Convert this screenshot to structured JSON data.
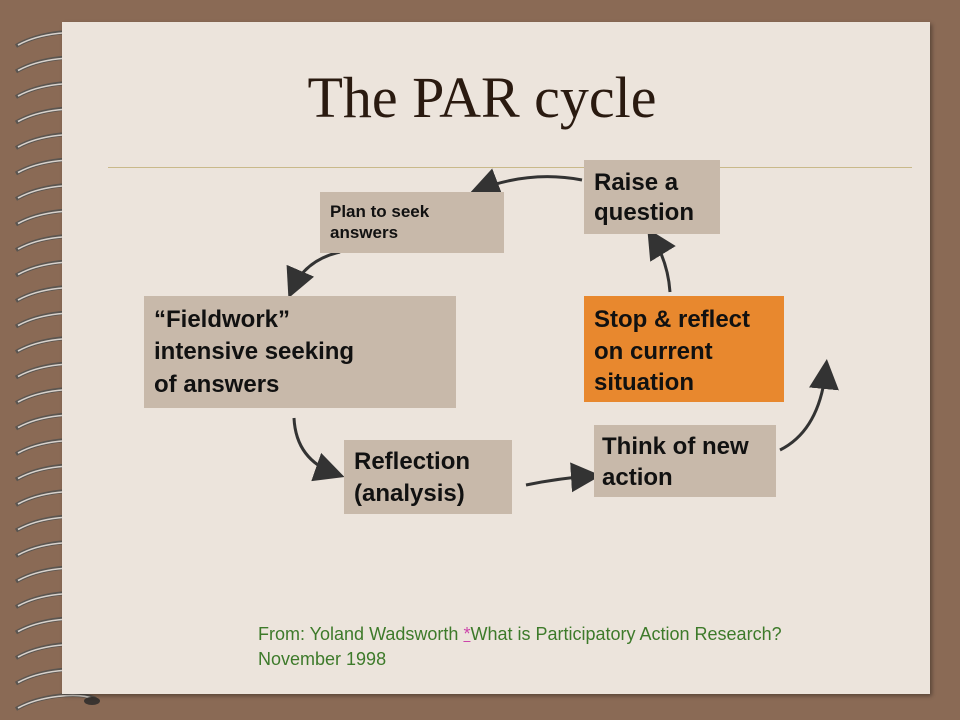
{
  "title": "The PAR cycle",
  "boxes": {
    "raise": "Raise a\nquestion",
    "plan": "Plan to seek\nanswers",
    "fieldwork": "“Fieldwork”\nintensive seeking\nof answers",
    "stop": "Stop & reflect\non current\nsituation",
    "think": "Think of new\naction",
    "reflection": "Reflection\n(analysis)"
  },
  "source": {
    "prefix": "From: Yoland Wadsworth ",
    "star": "*",
    "suffix": "What is Participatory Action Research? November 1998"
  },
  "colors": {
    "background": "#8a6a55",
    "page": "#ece4dc",
    "box": "#c8b9aa",
    "highlight": "#e8882e",
    "source_text": "#3d7a2a"
  }
}
